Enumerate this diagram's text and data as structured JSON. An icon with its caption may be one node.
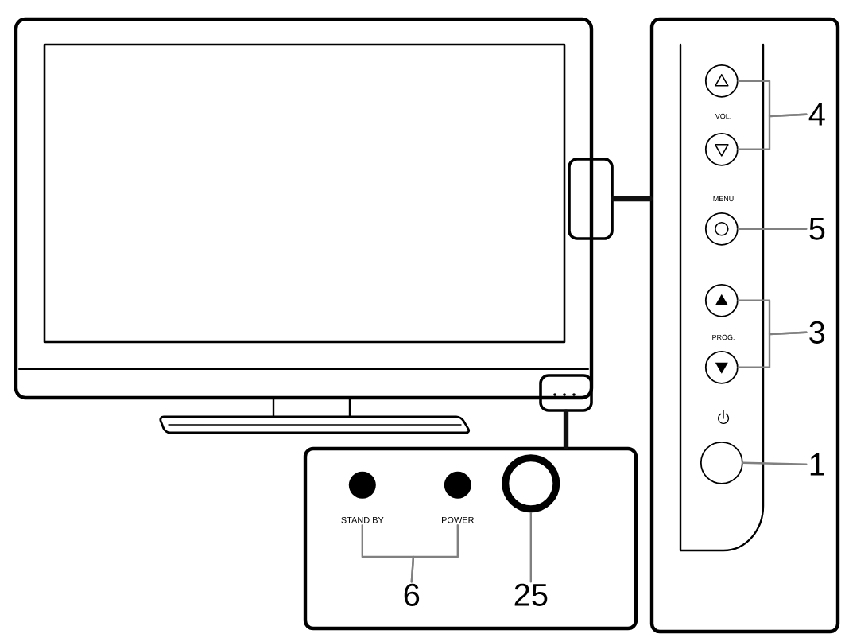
{
  "diagram": {
    "nodes": [
      {
        "text": [],
        "shape": "box"
      },
      {
        "text": [],
        "shape": "box"
      },
      {
        "text": [],
        "shape": "box"
      },
      {
        "text": [],
        "shape": "circle",
        "in": 2
      },
      {
        "text": [],
        "shape": "circle",
        "in": 2
      },
      {
        "text": [],
        "shape": "circle",
        "in": 2
      },
      {
        "text": [],
        "shape": "circle",
        "in": 2
      },
      {
        "text": [],
        "shape": "circle",
        "in": 2
      },
      {
        "text": [],
        "shape": "circle",
        "in": 2
      },
      {
        "text": [
          "4"
        ],
        "in": 2
      },
      {
        "text": [
          "5"
        ],
        "in": 2
      },
      {
        "text": [
          "3"
        ],
        "in": 2
      },
      {
        "text": [
          "1"
        ],
        "in": 2
      },
      {
        "text": [],
        "shape": "box"
      },
      {
        "text": [
          "STAND BY"
        ],
        "in": 13
      },
      {
        "text": [
          "POWER"
        ],
        "in": 13
      },
      {
        "text": [],
        "shape": "circle",
        "in": 13
      },
      {
        "text": [
          "6"
        ],
        "in": 13
      },
      {
        "text": [
          "25"
        ],
        "in": 13
      }
    ],
    "edges": [
      {
        "from": 0,
        "to": 2,
        "arrow": "none",
        "style": "thick",
        "color": "#111111"
      },
      {
        "from": 1,
        "to": 13,
        "arrow": "none",
        "style": "thick",
        "color": "#111111"
      },
      {
        "from": 9,
        "to": 3,
        "arrow": "none"
      },
      {
        "from": 9,
        "to": 4,
        "arrow": "none"
      },
      {
        "from": 10,
        "to": 5,
        "arrow": "none"
      },
      {
        "from": 11,
        "to": 6,
        "arrow": "none"
      },
      {
        "from": 11,
        "to": 7,
        "arrow": "none"
      },
      {
        "from": 12,
        "to": 8,
        "arrow": "none"
      },
      {
        "from": 17,
        "to": 14,
        "arrow": "none"
      },
      {
        "from": 17,
        "to": 15,
        "arrow": "none"
      },
      {
        "from": 18,
        "to": 16,
        "arrow": "none"
      }
    ],
    "labels": [
      "VOL.",
      "MENU",
      "PROG."
    ]
  }
}
